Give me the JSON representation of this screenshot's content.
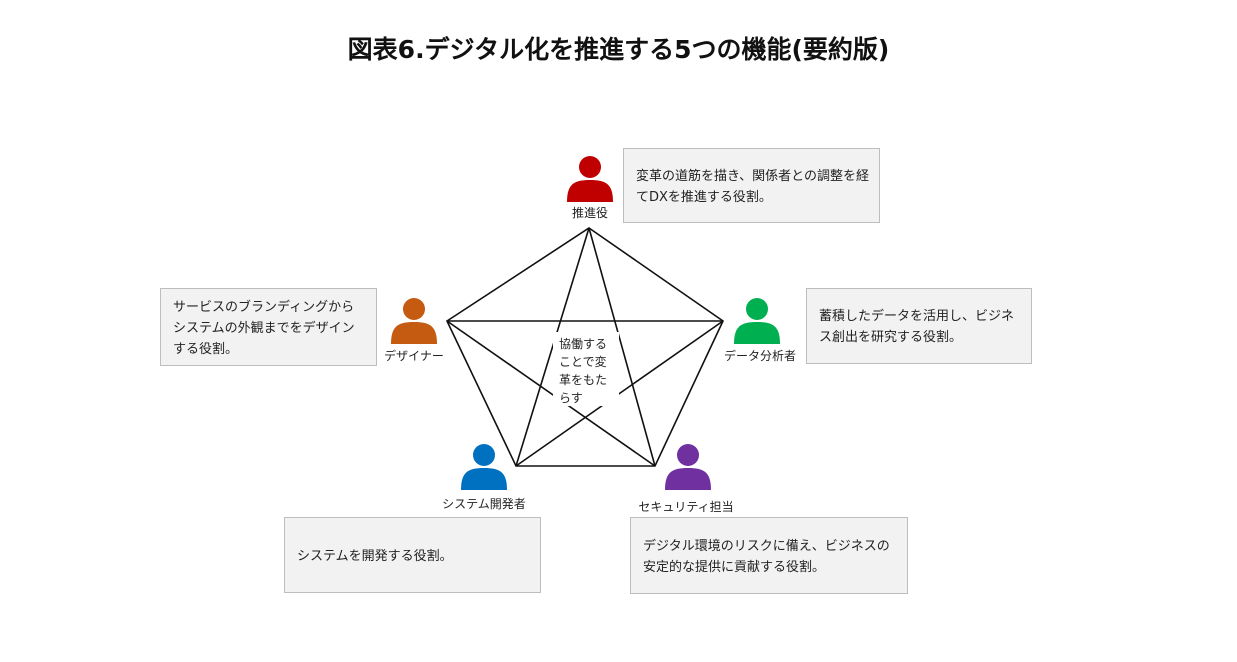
{
  "title": "図表6.デジタル化を推進する5つの機能(要約版)",
  "center_text": [
    "協働する",
    "ことで変",
    "革をもた",
    "らす"
  ],
  "roles": [
    {
      "id": "promoter",
      "name": "推進役",
      "color": "#c00000",
      "description": "変革の道筋を描き、関係者との調整を経てDXを推進する役割。"
    },
    {
      "id": "analyst",
      "name": "データ分析者",
      "color": "#00b050",
      "description": "蓄積したデータを活用し、ビジネス創出を研究する役割。"
    },
    {
      "id": "security",
      "name": "セキュリティ担当",
      "color": "#7030a0",
      "description": "デジタル環境のリスクに備え、ビジネスの安定的な提供に貢献する役割。"
    },
    {
      "id": "developer",
      "name": "システム開発者",
      "color": "#0070c0",
      "description": "システムを開発する役割。"
    },
    {
      "id": "designer",
      "name": "デザイナー",
      "color": "#c55a11",
      "description": "サービスのブランディングからシステムの外観までをデザインする役割。"
    }
  ]
}
